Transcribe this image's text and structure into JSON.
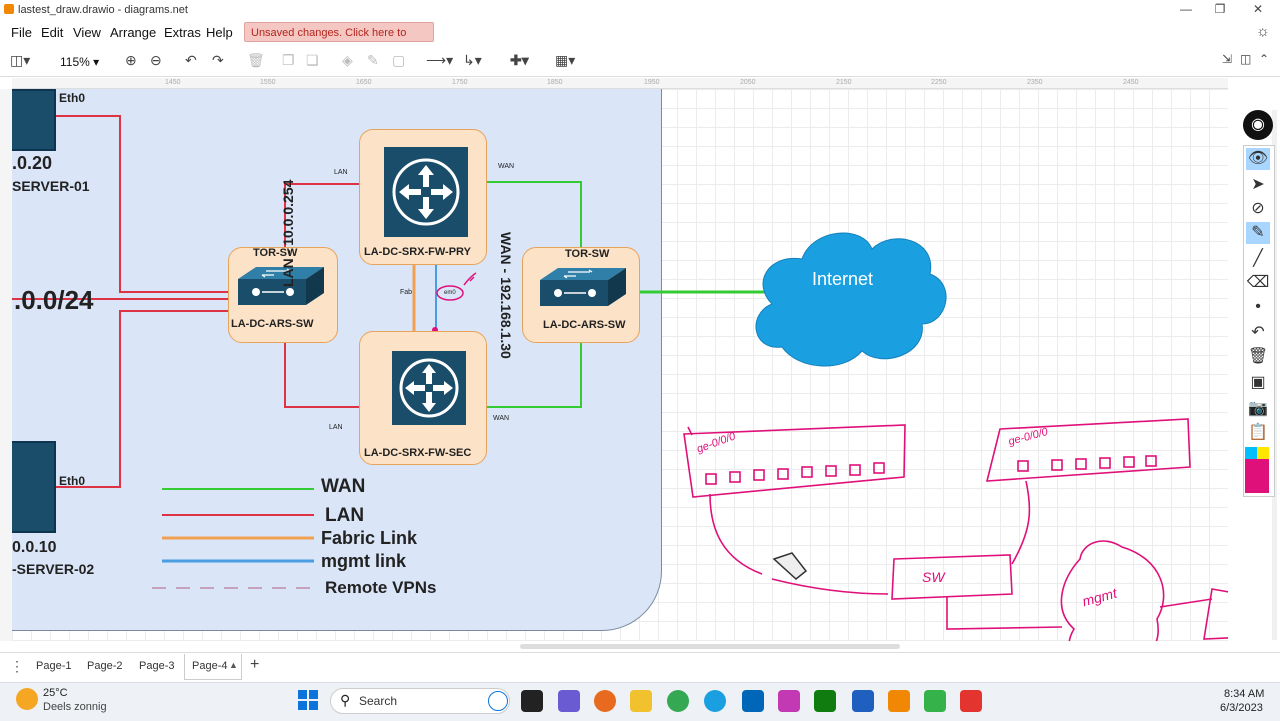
{
  "window": {
    "title": "lastest_draw.drawio - diagrams.net"
  },
  "menu": {
    "items": [
      "File",
      "Edit",
      "View",
      "Arrange",
      "Extras",
      "Help"
    ],
    "unsaved": "Unsaved changes. Click here to save."
  },
  "toolbar": {
    "zoom": "115%"
  },
  "ruler": {
    "ticks": [
      "1450",
      "1550",
      "1650",
      "1750",
      "1850",
      "1950",
      "2050",
      "2150",
      "2250",
      "2350",
      "2450"
    ]
  },
  "diagram": {
    "server1": {
      "port": "Eth0",
      "ip": ".0.20",
      "name": "SERVER-01"
    },
    "server2": {
      "port": "Eth0",
      "ip": "0.0.10",
      "name": "-SERVER-02"
    },
    "subnet": ".0.0/24",
    "tor_left": {
      "top": "TOR-SW",
      "name": "LA-DC-ARS-SW"
    },
    "tor_right": {
      "top": "TOR-SW",
      "name": "LA-DC-ARS-SW"
    },
    "fw_primary": "LA-DC-SRX-FW-PRY",
    "fw_secondary": "LA-DC-SRX-FW-SEC",
    "lan_vertical": "LAN - 10.0.0.254",
    "wan_vertical": "WAN - 192.168.1.30",
    "small_labels": {
      "lan1": "LAN",
      "lan2": "LAN",
      "wan1": "WAN",
      "wan2": "WAN",
      "fab": "Fab",
      "em0": "em0"
    },
    "internet": "Internet",
    "legend": [
      {
        "label": "WAN",
        "color": "#33cc33"
      },
      {
        "label": "LAN",
        "color": "#dd3344"
      },
      {
        "label": "Fabric Link",
        "color": "#f0a050"
      },
      {
        "label": "mgmt link",
        "color": "#4a9de0"
      },
      {
        "label": "Remote VPNs",
        "color": "#c08aa8"
      }
    ],
    "handwriting": {
      "sw1_label": "ge-0/0/0",
      "sw2_label": "ge-0/0/0",
      "sw_box": "SW",
      "mgmt": "mgmt"
    }
  },
  "pages": {
    "tabs": [
      "Page-1",
      "Page-2",
      "Page-3",
      "Page-4"
    ],
    "active": "Page-4"
  },
  "taskbar": {
    "weather_temp": "25°C",
    "weather_desc": "Deels zonnig",
    "search": "Search",
    "time": "8:34 AM",
    "date": "6/3/2023"
  },
  "colors": {
    "accent_pen": "#e0107a",
    "wan": "#33cc33",
    "lan": "#dd3344",
    "cloud": "#1aa0e0"
  }
}
